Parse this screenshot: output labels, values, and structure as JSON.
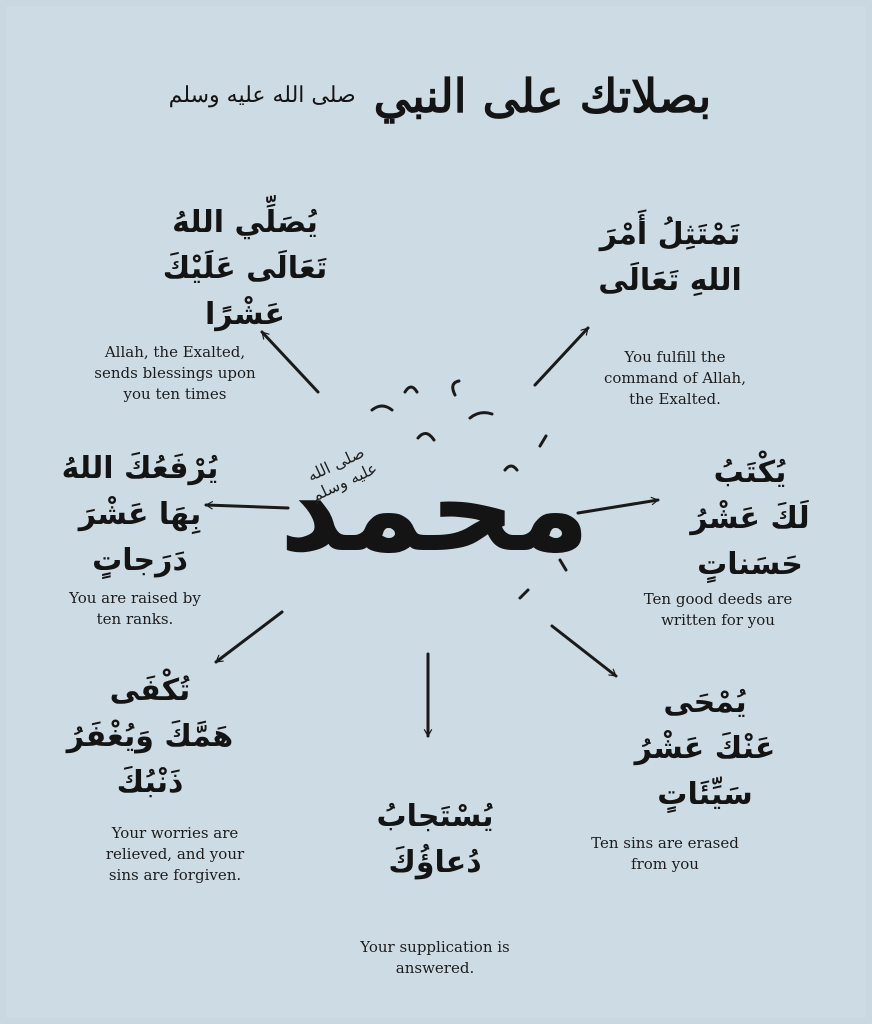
{
  "title": {
    "main": "بصلاتك على النبي",
    "salla": "صلى الله\nعليه وسلم"
  },
  "center": {
    "name": "محمد",
    "blessing": "صلى الله\nعليه وسلم"
  },
  "items": [
    {
      "id": "top-left",
      "arabic": "يُصَلِّي اللهُ\nتَعَالَى عَلَيْكَ\nعَشْرًا",
      "english": "Allah, the Exalted,\nsends blessings upon\nyou ten times"
    },
    {
      "id": "top-right",
      "arabic": "تَمْتَثِلُ أَمْرَ\nاللهِ تَعَالَى",
      "english": "You fulfill the\ncommand of Allah,\nthe Exalted."
    },
    {
      "id": "mid-left",
      "arabic": "يُرْفَعُكَ اللهُ\nبِهَا عَشْرَ\nدَرَجاتٍ",
      "english": "You are raised by\nten ranks."
    },
    {
      "id": "mid-right",
      "arabic": "يُكْتَبُ\nلَكَ عَشْرُ\nحَسَناتٍ",
      "english": "Ten good deeds are\nwritten for you"
    },
    {
      "id": "bottom-left",
      "arabic": "تُكْفَى\nهَمَّكَ وَيُغْفَرُ\nذَنْبُكَ",
      "english": "Your worries are\nrelieved, and your\nsins are forgiven."
    },
    {
      "id": "bottom-center",
      "arabic": "يُسْتَجابُ\nدُعاؤُكَ",
      "english": "Your supplication is\nanswered."
    },
    {
      "id": "bottom-right",
      "arabic": "يُمْحَى\nعَنْكَ عَشْرُ\nسَيِّئَاتٍ",
      "english": "Ten sins are erased\nfrom you"
    }
  ]
}
